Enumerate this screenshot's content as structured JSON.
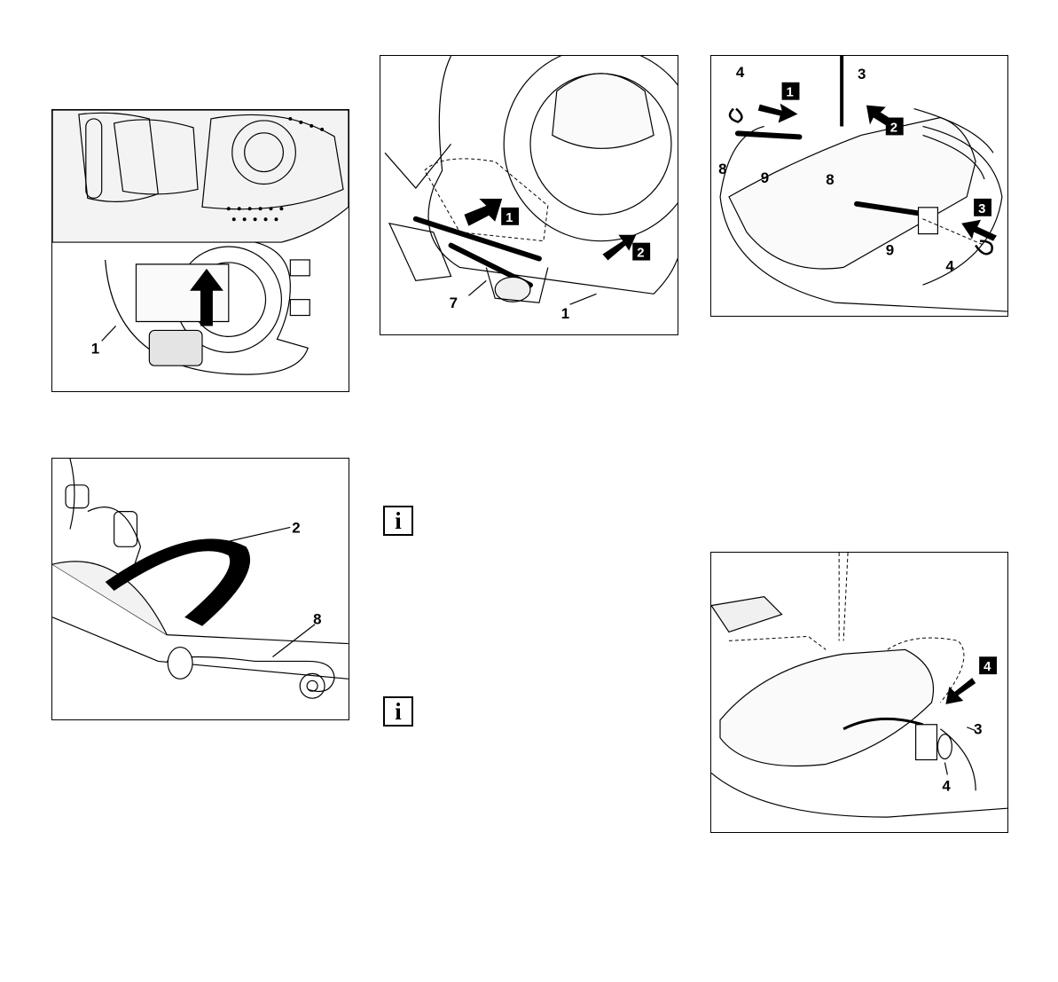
{
  "figures": [
    {
      "id": "fig-top-left",
      "labels": {
        "part1": "1"
      }
    },
    {
      "id": "fig-top-middle",
      "labels": {
        "part7": "7",
        "part1": "1",
        "step1": "1",
        "step2": "2"
      }
    },
    {
      "id": "fig-top-right",
      "labels": {
        "part4a": "4",
        "part3": "3",
        "part8a": "8",
        "part9a": "9",
        "part8b": "8",
        "part9b": "9",
        "part4b": "4",
        "step1": "1",
        "step2": "2",
        "step3": "3"
      }
    },
    {
      "id": "fig-bottom-left",
      "labels": {
        "part2": "2",
        "part8": "8"
      }
    },
    {
      "id": "fig-bottom-right",
      "labels": {
        "part3": "3",
        "part4": "4",
        "step4": "4"
      }
    }
  ],
  "info_icons": [
    {
      "glyph": "i",
      "icon": "info-icon"
    },
    {
      "glyph": "i",
      "icon": "info-icon"
    }
  ]
}
